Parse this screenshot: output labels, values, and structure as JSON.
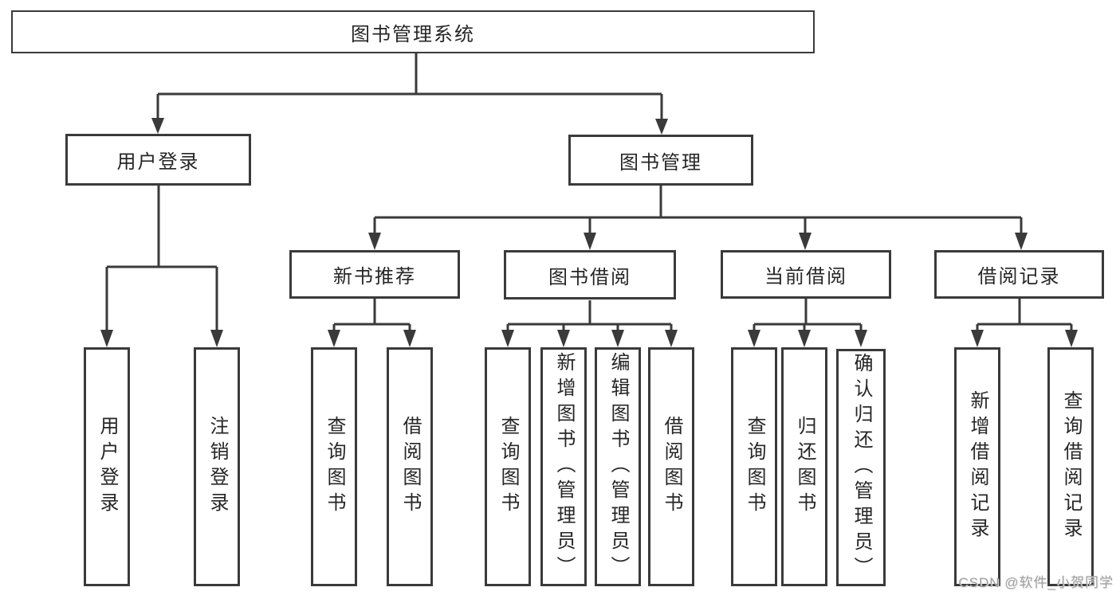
{
  "diagram": {
    "type": "tree",
    "root": {
      "label": "图书管理系统",
      "children": [
        {
          "label": "用户登录",
          "children": [
            {
              "label": "用户登录"
            },
            {
              "label": "注销登录"
            }
          ]
        },
        {
          "label": "图书管理",
          "children": [
            {
              "label": "新书推荐",
              "children": [
                {
                  "label": "查询图书"
                },
                {
                  "label": "借阅图书"
                }
              ]
            },
            {
              "label": "图书借阅",
              "children": [
                {
                  "label": "查询图书"
                },
                {
                  "label": "新增图书（管理员）"
                },
                {
                  "label": "编辑图书（管理员）"
                },
                {
                  "label": "借阅图书"
                }
              ]
            },
            {
              "label": "当前借阅",
              "children": [
                {
                  "label": "查询图书"
                },
                {
                  "label": "归还图书"
                },
                {
                  "label": "确认归还（管理员）"
                }
              ]
            },
            {
              "label": "借阅记录",
              "children": [
                {
                  "label": "新增借阅记录"
                },
                {
                  "label": "查询借阅记录"
                }
              ]
            }
          ]
        }
      ]
    }
  },
  "colors": {
    "line": "#3a3a3a",
    "box_border": "#3a3a3a",
    "box_background": "#ffffff",
    "text": "#262626",
    "watermark": "#9e9e9e",
    "page_background": "#ffffff"
  },
  "watermark": {
    "text": "CSDN @软件_小贺同学"
  }
}
